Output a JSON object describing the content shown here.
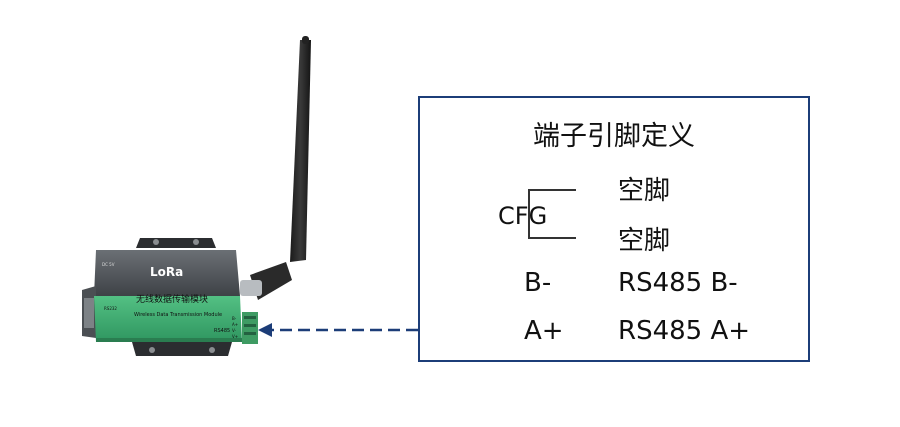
{
  "device": {
    "brand": "LoRa",
    "name_cn": "无线数据传输模块",
    "name_en": "Wireless Data Transmission Module",
    "port_label": "RS485",
    "side_label": "RS232",
    "power_label": "DC 5V",
    "pin_labels": [
      "B-",
      "A+",
      "V-",
      "V+"
    ]
  },
  "pin_table": {
    "title": "端子引脚定义",
    "cfg": "CFG",
    "rows": [
      {
        "left": "",
        "right": "空脚"
      },
      {
        "left": "",
        "right": "空脚"
      },
      {
        "left": "B-",
        "right": "RS485 B-"
      },
      {
        "left": "A+",
        "right": "RS485 A+"
      }
    ]
  },
  "colors": {
    "box_border": "#1c3d78",
    "arrow": "#1c3d78",
    "device_green": "#3fae6f",
    "device_body": "#5a5f63"
  }
}
